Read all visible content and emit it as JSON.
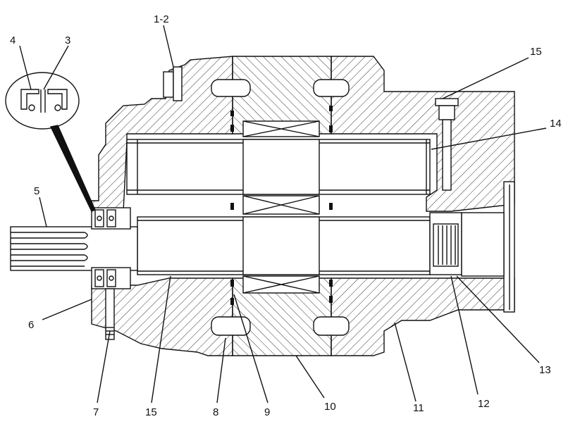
{
  "callouts": {
    "c1_2": "1-2",
    "c3": "3",
    "c4": "4",
    "c5": "5",
    "c6": "6",
    "c7": "7",
    "c8": "8",
    "c9": "9",
    "c10": "10",
    "c11": "11",
    "c12": "12",
    "c13": "13",
    "c14": "14",
    "c15_top": "15",
    "c15_bottom": "15"
  }
}
